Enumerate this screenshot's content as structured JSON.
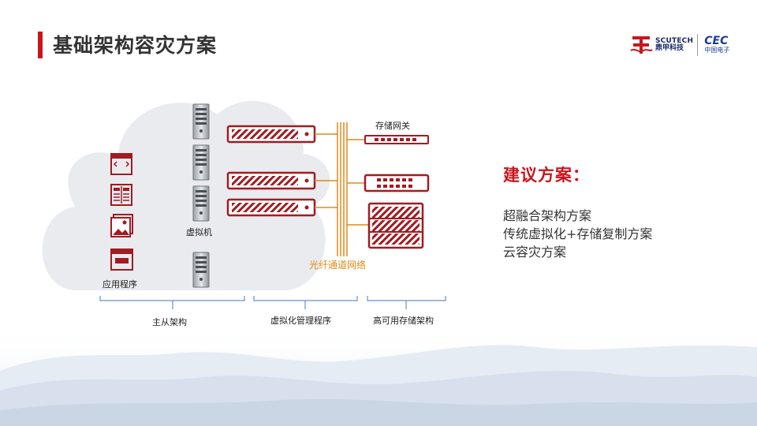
{
  "header": {
    "title": "基础架构容灾方案",
    "accent_color": "#c8161d"
  },
  "logo": {
    "company_en": "SCUTECH",
    "company_cn": "鼎甲科技",
    "partner_en": "CEC",
    "partner_cn": "中国电子",
    "mark_icon": "scutech-logo-mark"
  },
  "diagram": {
    "app_label": "应用程序",
    "vm_label": "虚拟机",
    "gateway_label": "存储网关",
    "fiber_label": "光纤通道网络",
    "groups": [
      {
        "label": "主从架构"
      },
      {
        "label": "虚拟化管理程序"
      },
      {
        "label": "高可用存储架构"
      }
    ],
    "app_icons": [
      "browser-window-icon",
      "document-columns-icon",
      "image-icon",
      "card-icon"
    ],
    "server_color": "#a01c22",
    "fiber_color": "#e08a1a"
  },
  "recommendation": {
    "title": "建议方案：",
    "items": [
      "超融合架构方案",
      "传统虚拟化+存储复制方案",
      "云容灾方案"
    ]
  }
}
